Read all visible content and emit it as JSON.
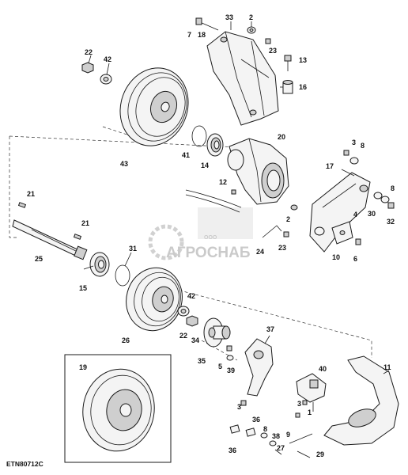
{
  "diagram": {
    "code": "ETN80712C",
    "callouts": [
      {
        "id": "c33",
        "text": "33"
      },
      {
        "id": "c2a",
        "text": "2"
      },
      {
        "id": "c7",
        "text": "7"
      },
      {
        "id": "c18",
        "text": "18"
      },
      {
        "id": "c23a",
        "text": "23"
      },
      {
        "id": "c13",
        "text": "13"
      },
      {
        "id": "c16",
        "text": "16"
      },
      {
        "id": "c22a",
        "text": "22"
      },
      {
        "id": "c42a",
        "text": "42"
      },
      {
        "id": "c43",
        "text": "43"
      },
      {
        "id": "c41",
        "text": "41"
      },
      {
        "id": "c14",
        "text": "14"
      },
      {
        "id": "c20",
        "text": "20"
      },
      {
        "id": "c3a",
        "text": "3"
      },
      {
        "id": "c8a",
        "text": "8"
      },
      {
        "id": "c17",
        "text": "17"
      },
      {
        "id": "c12",
        "text": "12"
      },
      {
        "id": "c21a",
        "text": "21"
      },
      {
        "id": "c21b",
        "text": "21"
      },
      {
        "id": "c25",
        "text": "25"
      },
      {
        "id": "c2b",
        "text": "2"
      },
      {
        "id": "c8b",
        "text": "8"
      },
      {
        "id": "c30",
        "text": "30"
      },
      {
        "id": "c32",
        "text": "32"
      },
      {
        "id": "c4",
        "text": "4"
      },
      {
        "id": "c23b",
        "text": "23"
      },
      {
        "id": "c24",
        "text": "24"
      },
      {
        "id": "c10",
        "text": "10"
      },
      {
        "id": "c6",
        "text": "6"
      },
      {
        "id": "c31",
        "text": "31"
      },
      {
        "id": "c15",
        "text": "15"
      },
      {
        "id": "c42b",
        "text": "42"
      },
      {
        "id": "c26",
        "text": "26"
      },
      {
        "id": "c22b",
        "text": "22"
      },
      {
        "id": "c34",
        "text": "34"
      },
      {
        "id": "c37",
        "text": "37"
      },
      {
        "id": "c35",
        "text": "35"
      },
      {
        "id": "c5",
        "text": "5"
      },
      {
        "id": "c39",
        "text": "39"
      },
      {
        "id": "c19",
        "text": "19"
      },
      {
        "id": "c40",
        "text": "40"
      },
      {
        "id": "c11",
        "text": "11"
      },
      {
        "id": "c3b",
        "text": "3"
      },
      {
        "id": "c3c",
        "text": "3"
      },
      {
        "id": "c1",
        "text": "1"
      },
      {
        "id": "c36a",
        "text": "36"
      },
      {
        "id": "c8c",
        "text": "8"
      },
      {
        "id": "c38",
        "text": "38"
      },
      {
        "id": "c9",
        "text": "9"
      },
      {
        "id": "c27",
        "text": "27"
      },
      {
        "id": "c29",
        "text": "29"
      },
      {
        "id": "c36b",
        "text": "36"
      }
    ]
  },
  "watermark": {
    "prefix": "ООО",
    "name": "АГРОСНАБ"
  }
}
